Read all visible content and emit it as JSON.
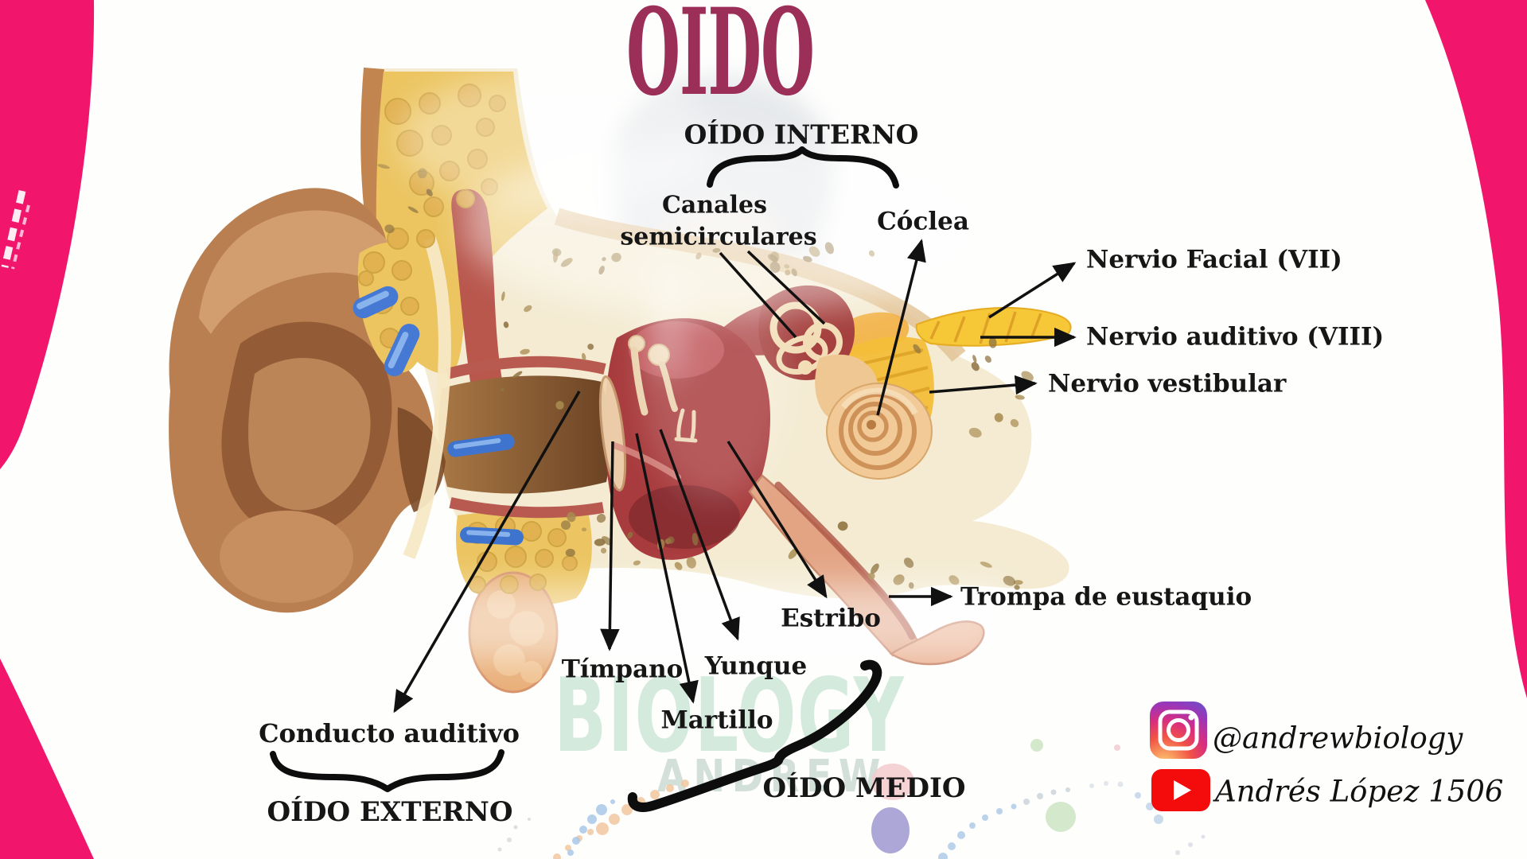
{
  "title": {
    "text": "OÍDO",
    "color": "#9B2F58"
  },
  "diagram": {
    "heading_groups": {
      "inner_ear": "OÍDO INTERNO",
      "outer_ear": "OÍDO EXTERNO",
      "middle_ear": "OÍDO MEDIO"
    },
    "labels": {
      "semicircular_canals_line1": "Canales",
      "semicircular_canals_line2": "semicirculares",
      "cochlea": "Cóclea",
      "facial_nerve": "Nervio Facial (VII)",
      "auditory_nerve": "Nervio auditivo (VIII)",
      "vestibular_nerve": "Nervio vestibular",
      "eustachian_tube": "Trompa de eustaquio",
      "stapes": "Estribo",
      "incus": "Yunque",
      "eardrum": "Tímpano",
      "malleus": "Martillo",
      "auditory_canal": "Conducto auditivo"
    }
  },
  "watermark": {
    "line1": "BIOLOGY",
    "line2": "ANDREW"
  },
  "social": {
    "instagram_handle": "@andrewbiology",
    "youtube_channel": "Andrés López 1506",
    "instagram_icon": "instagram-camera",
    "youtube_icon": "youtube-play"
  },
  "colors": {
    "accent_pink": "#F1156C",
    "title_maroon": "#9B2F58",
    "label_black": "#161616",
    "watermark_mint": "#BCE0CC",
    "youtube_red": "#F40B0B"
  }
}
